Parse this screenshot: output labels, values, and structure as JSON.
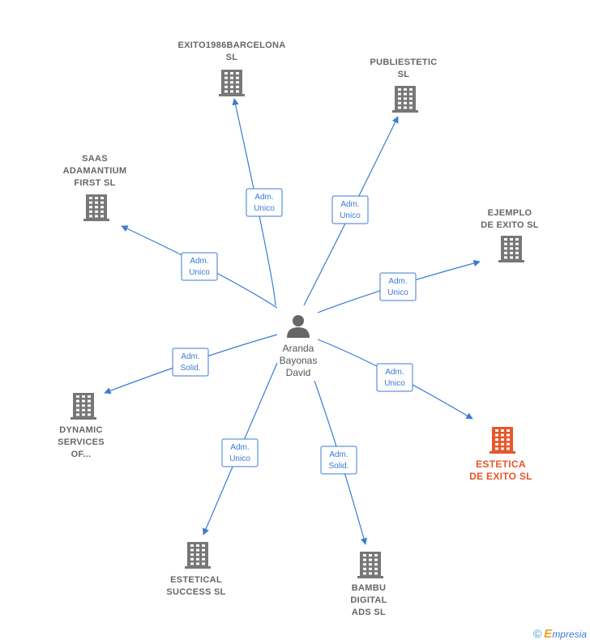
{
  "center": {
    "name_lines": "Aranda\nBayonas\nDavid",
    "icon": "person-icon"
  },
  "companies": [
    {
      "id": "exito1986",
      "label": "EXITO1986BARCELONA\nSL",
      "relation": [
        "Adm.",
        "Unico"
      ],
      "highlight": false,
      "icon": "building-icon"
    },
    {
      "id": "publiestetic",
      "label": "PUBLIESTETIC\nSL",
      "relation": [
        "Adm.",
        "Unico"
      ],
      "highlight": false,
      "icon": "building-icon"
    },
    {
      "id": "saas",
      "label": "SAAS\nADAMANTIUM\nFIRST  SL",
      "relation": [
        "Adm.",
        "Unico"
      ],
      "highlight": false,
      "icon": "building-icon"
    },
    {
      "id": "ejemplo",
      "label": "EJEMPLO\nDE EXITO  SL",
      "relation": [
        "Adm.",
        "Unico"
      ],
      "highlight": false,
      "icon": "building-icon"
    },
    {
      "id": "dynamic",
      "label": "DYNAMIC\nSERVICES\nOF...",
      "relation": [
        "Adm.",
        "Solid."
      ],
      "highlight": false,
      "icon": "building-icon"
    },
    {
      "id": "estetica-exito",
      "label": "ESTETICA\nDE EXITO  SL",
      "relation": [
        "Adm.",
        "Unico"
      ],
      "highlight": true,
      "icon": "building-icon"
    },
    {
      "id": "estetical",
      "label": "ESTETICAL\nSUCCESS  SL",
      "relation": [
        "Adm.",
        "Unico"
      ],
      "highlight": false,
      "icon": "building-icon"
    },
    {
      "id": "bambu",
      "label": "BAMBU\nDIGITAL\nADS  SL",
      "relation": [
        "Adm.",
        "Solid."
      ],
      "highlight": false,
      "icon": "building-icon"
    }
  ],
  "colors": {
    "edge": "#3a7bd5",
    "building": "#777777",
    "highlight": "#e8562a",
    "person": "#666666"
  },
  "footer": {
    "copyright": "©",
    "brand_initial": "E",
    "brand_rest": "mpresia"
  }
}
